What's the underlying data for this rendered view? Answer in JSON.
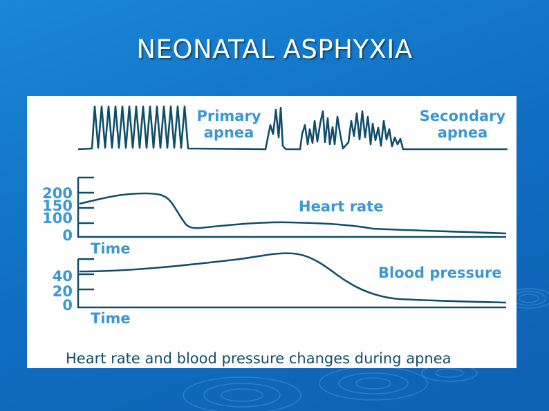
{
  "slide": {
    "title": "NEONATAL ASPHYXIA"
  },
  "figure": {
    "caption": "Heart rate and blood pressure changes during apnea",
    "respiration": {
      "label_primary_line1": "Primary",
      "label_primary_line2": "apnea",
      "label_secondary_line1": "Secondary",
      "label_secondary_line2": "apnea"
    },
    "heart_rate": {
      "label": "Heart rate",
      "ticks": [
        "200",
        "150",
        "100",
        "0"
      ],
      "xlabel": "Time"
    },
    "blood_pressure": {
      "label": "Blood pressure",
      "ticks": [
        "40",
        "20",
        "0"
      ],
      "xlabel": "Time"
    }
  },
  "colors": {
    "background": "#1079c9",
    "trace": "#0f4d6b",
    "label": "#3b97d3",
    "panel": "#ffffff"
  }
}
